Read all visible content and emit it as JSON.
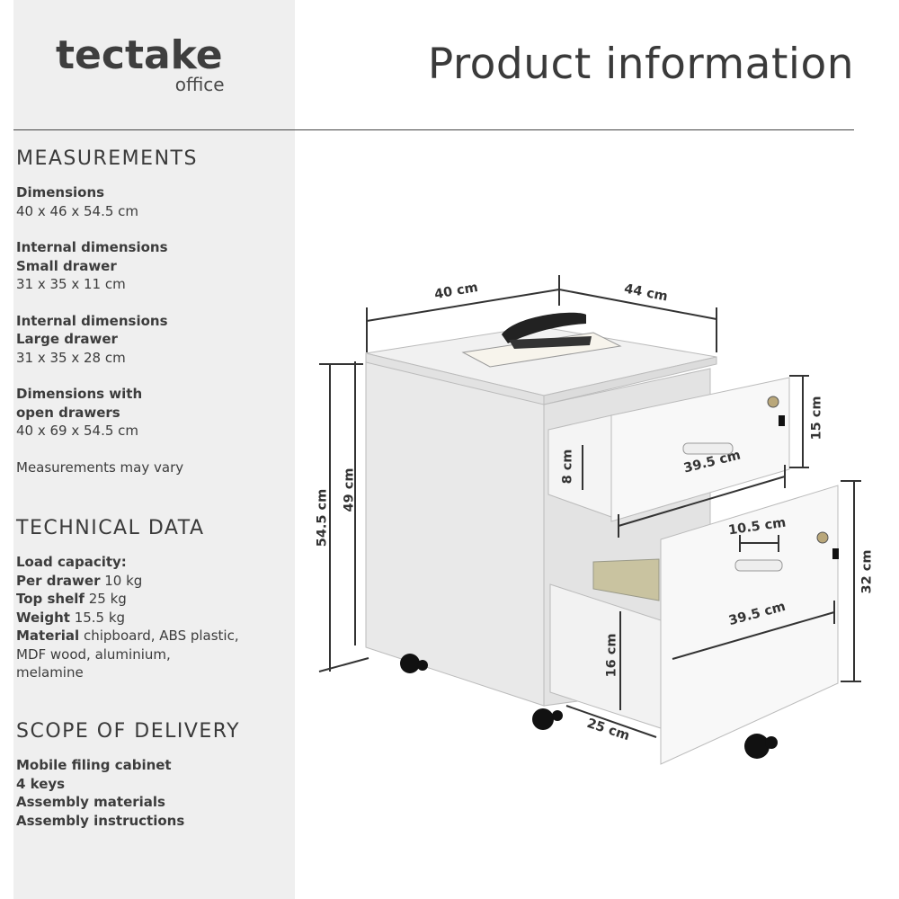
{
  "logo": {
    "brand": "tectake",
    "sub": "office"
  },
  "title": "Product information",
  "measurements": {
    "heading": "MEASUREMENTS",
    "items": [
      {
        "label": "Dimensions",
        "value": "40 x 46 x 54.5 cm"
      },
      {
        "label": "Internal dimensions",
        "label2": "Small drawer",
        "value": "31 x 35 x 11 cm"
      },
      {
        "label": "Internal dimensions",
        "label2": "Large drawer",
        "value": "31 x 35 x 28 cm"
      },
      {
        "label": "Dimensions with",
        "label2": "open drawers",
        "value": "40 x 69 x 54.5 cm"
      }
    ],
    "note": "Measurements may vary"
  },
  "technical": {
    "heading": "TECHNICAL DATA",
    "load": "Load capacity:",
    "rows": [
      {
        "label": "Per drawer",
        "value": "10 kg"
      },
      {
        "label": "Top shelf",
        "value": "25 kg"
      },
      {
        "label": "Weight",
        "value": "15.5 kg"
      },
      {
        "label": "Material",
        "value": "chipboard, ABS plastic,"
      }
    ],
    "material_cont": [
      "MDF wood, aluminium,",
      "melamine"
    ]
  },
  "delivery": {
    "heading": "SCOPE OF DELIVERY",
    "items": [
      "Mobile filing cabinet",
      "4 keys",
      "Assembly materials",
      "Assembly instructions"
    ]
  },
  "dims": {
    "width": "40 cm",
    "depth": "44 cm",
    "height": "54.5 cm",
    "body_height": "49 cm",
    "small_front": "15 cm",
    "small_inner": "8 cm",
    "small_width": "39.5 cm",
    "handle": "10.5 cm",
    "large_width": "39.5 cm",
    "large_inner": "16 cm",
    "large_front": "32 cm",
    "extension": "25 cm"
  }
}
